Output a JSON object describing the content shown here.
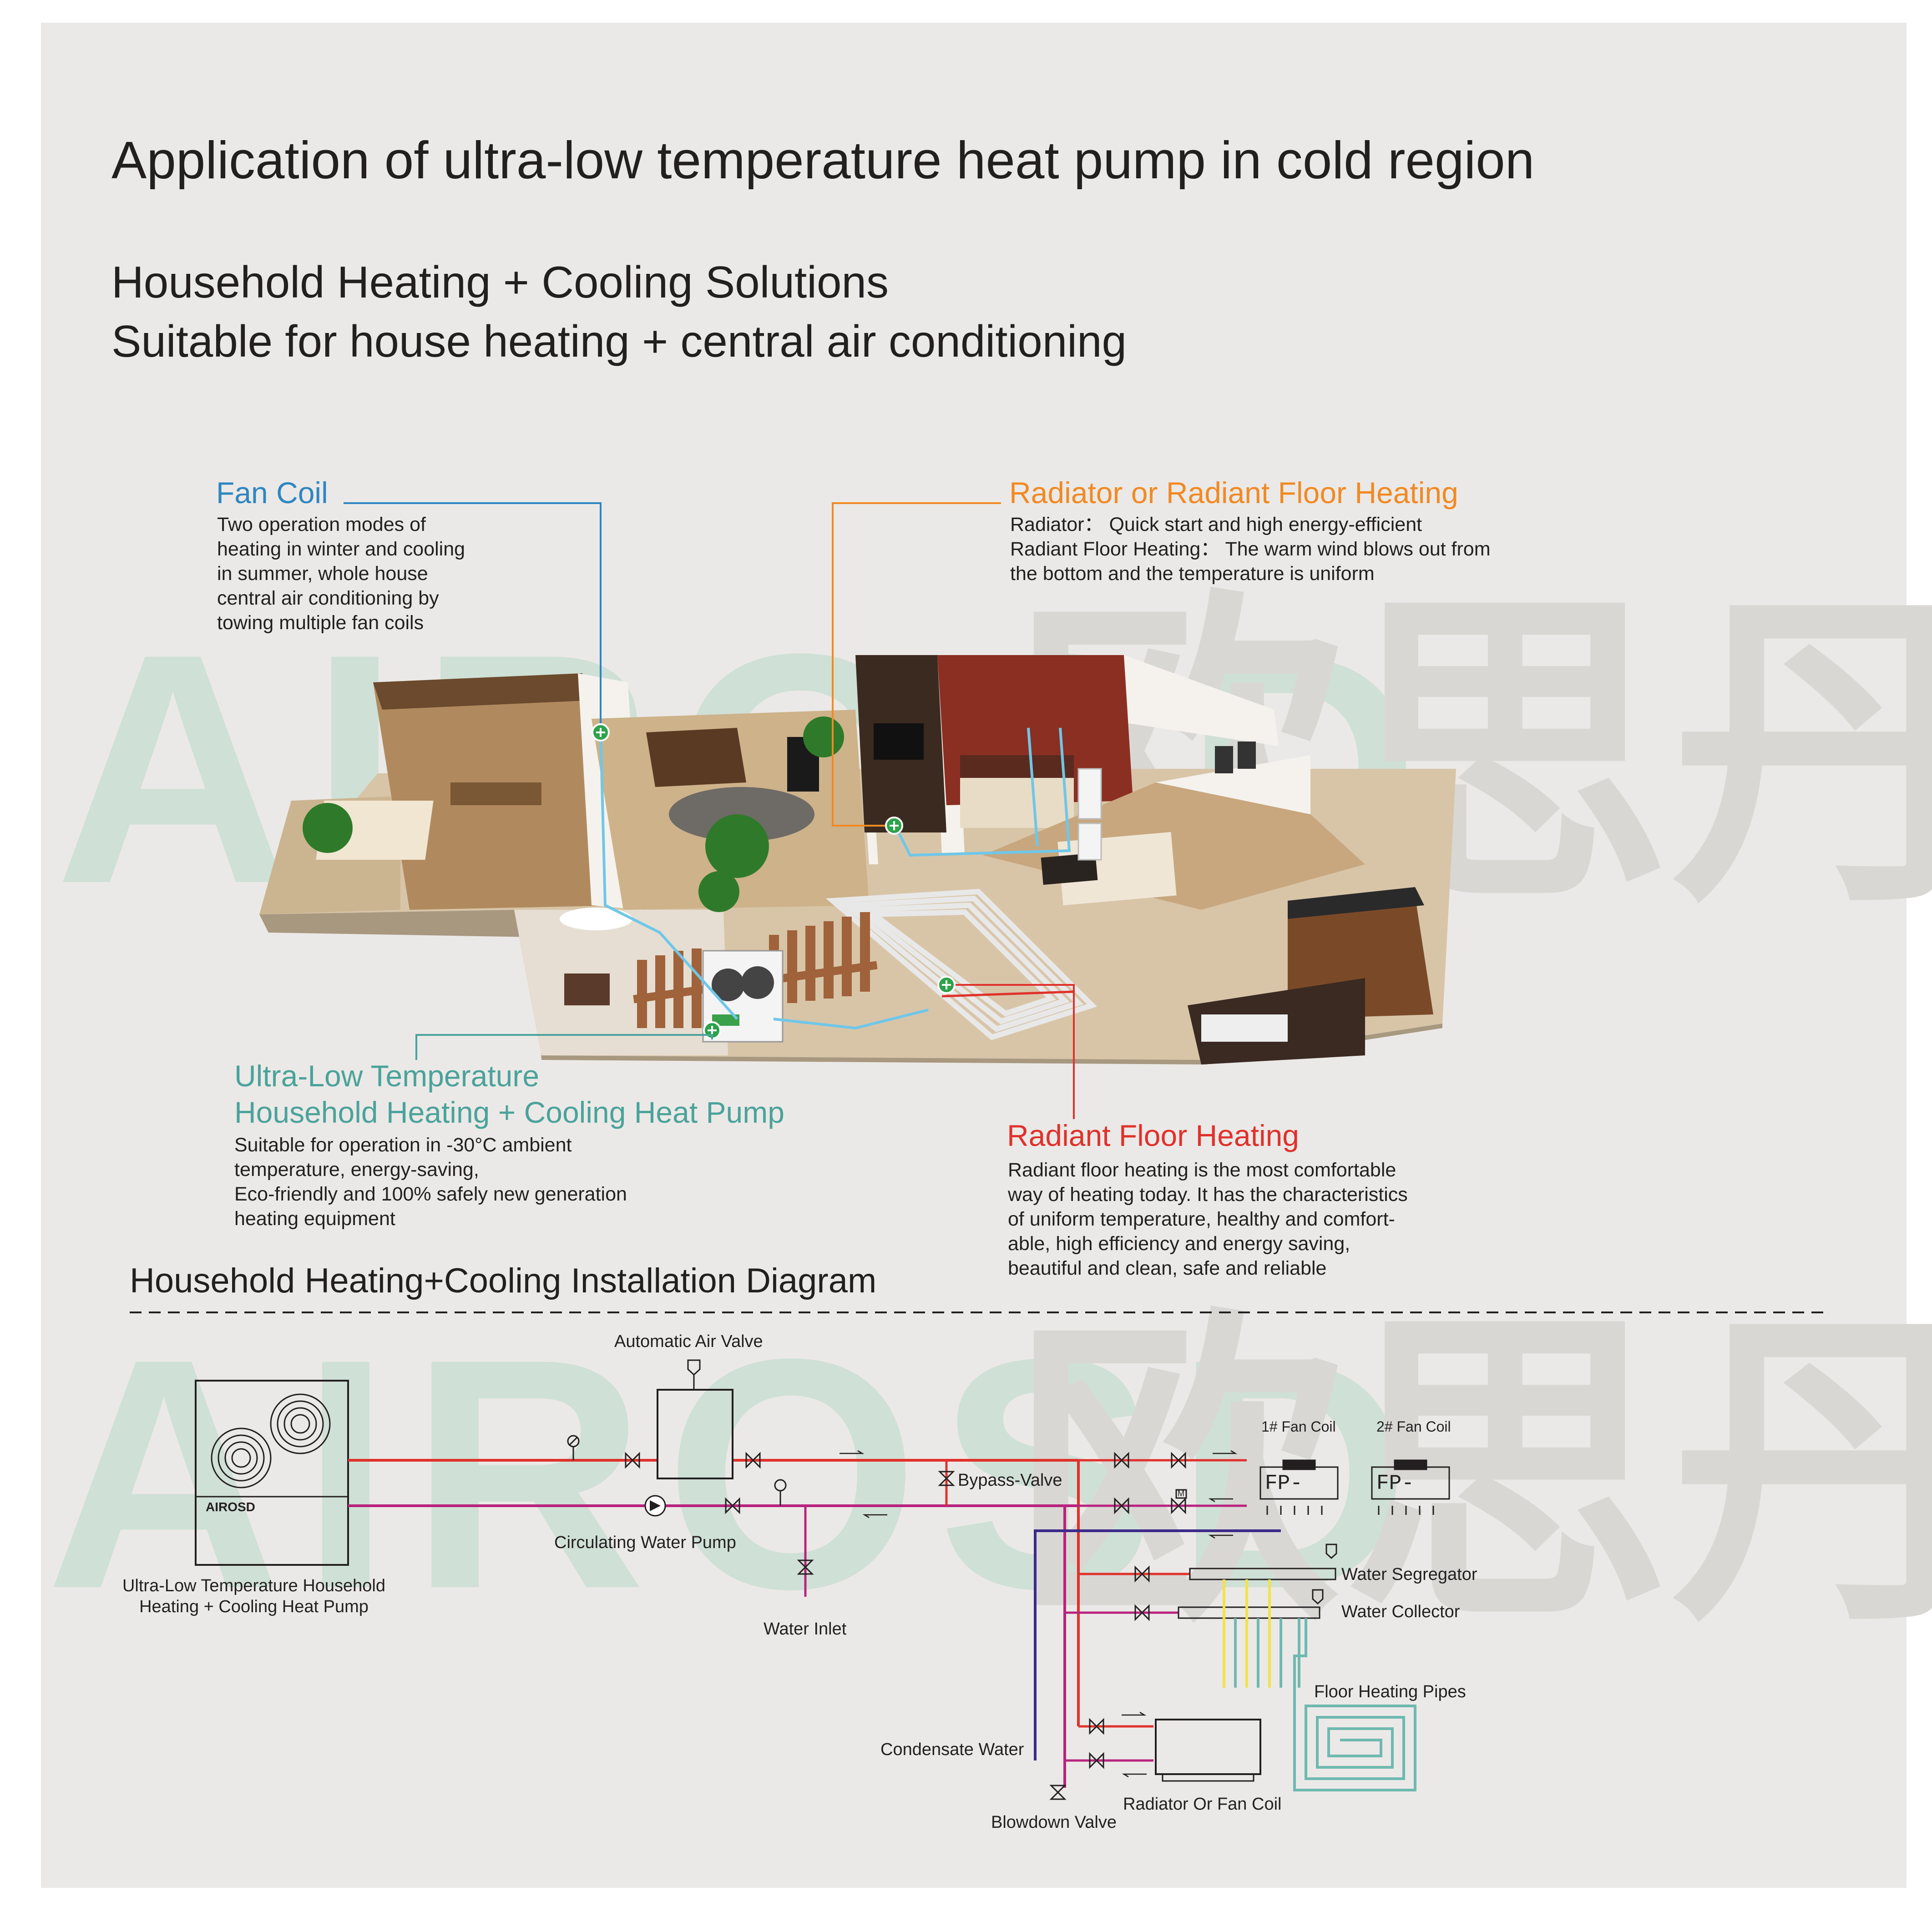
{
  "header": {
    "title": "Application of ultra-low temperature heat pump in cold region",
    "subtitle_1": "Household Heating + Cooling Solutions",
    "subtitle_2": "Suitable for house heating + central air conditioning"
  },
  "watermark": {
    "latin": "AIROSD",
    "cjk": "欧思丹"
  },
  "callouts": {
    "fan_coil": {
      "title": "Fan Coil",
      "lines": [
        "Two operation modes of",
        "heating in winter and cooling",
        "in summer, whole house",
        "central air conditioning by",
        "towing multiple fan coils"
      ]
    },
    "radiator": {
      "title": "Radiator or Radiant Floor Heating",
      "lines": [
        "Radiator： Quick start and high energy-efficient",
        "Radiant Floor Heating： The warm wind blows out from",
        "the bottom and the temperature is uniform"
      ]
    },
    "heat_pump": {
      "title_1": "Ultra-Low Temperature",
      "title_2": "Household Heating + Cooling Heat Pump",
      "lines": [
        "Suitable for operation in -30°C ambient",
        "temperature, energy-saving,",
        "Eco-friendly and 100% safely new generation",
        "heating equipment"
      ]
    },
    "floor_heating": {
      "title": "Radiant Floor Heating",
      "lines": [
        "Radiant floor heating is the most comfortable",
        "way of heating today. It has the characteristics",
        "of uniform temperature, healthy and comfort-",
        "able, high efficiency and energy saving,",
        "beautiful and clean, safe and reliable"
      ]
    }
  },
  "diagram": {
    "section_title": "Household Heating+Cooling Installation Diagram",
    "unit_brand": "AIROSD",
    "unit_label_1": "Ultra-Low Temperature Household",
    "unit_label_2": "Heating + Cooling Heat Pump",
    "automatic_air_valve": "Automatic Air Valve",
    "circulating_pump": "Circulating Water Pump",
    "water_inlet": "Water Inlet",
    "bypass_valve": "Bypass-Valve",
    "fan_coil_1": "1# Fan Coil",
    "fan_coil_2": "2# Fan Coil",
    "fp_label": "FP-",
    "motor_mark": "M",
    "water_segregator": "Water Segregator",
    "water_collector": "Water Collector",
    "floor_heating_pipes": "Floor Heating Pipes",
    "condensate_water": "Condensate Water",
    "blowdown_valve": "Blowdown Valve",
    "radiator_or_fan_coil": "Radiator Or Fan Coil"
  },
  "colors": {
    "supply": "#e0312b",
    "return": "#b8237e",
    "condensate": "#3d2a8a",
    "fan_coil_accent": "#2e86c1",
    "radiator_accent": "#f08a24",
    "heat_pump_accent": "#4aa39a",
    "floor_accent": "#e0312b",
    "watermark_green": "#cfe0d6",
    "watermark_gray": "#d9d7d4",
    "floor_pipe": "#6fb9b0",
    "floor_pipe_yellow": "#f2e24a"
  }
}
